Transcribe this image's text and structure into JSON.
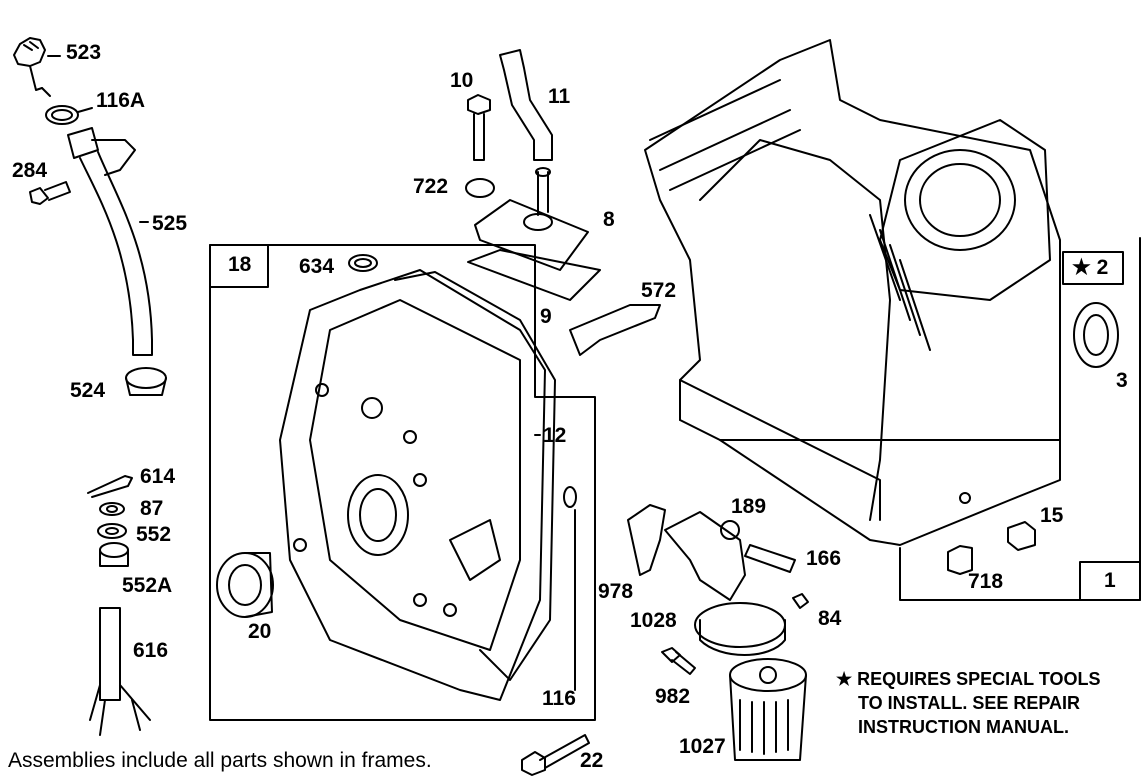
{
  "frames": {
    "cover": "18",
    "crankcase": "1",
    "special": "★ 2"
  },
  "parts": {
    "p523": "523",
    "p116a": "116A",
    "p284": "284",
    "p525": "525",
    "p524": "524",
    "p614": "614",
    "p87": "87",
    "p552": "552",
    "p552a": "552A",
    "p616": "616",
    "p10": "10",
    "p11": "11",
    "p722": "722",
    "p8": "8",
    "p9": "9",
    "p572": "572",
    "p634": "634",
    "p12": "12",
    "p20": "20",
    "p116": "116",
    "p3": "3",
    "p15": "15",
    "p718": "718",
    "p189": "189",
    "p166": "166",
    "p978": "978",
    "p84": "84",
    "p1028": "1028",
    "p982": "982",
    "p1027": "1027",
    "p22": "22"
  },
  "notes": {
    "special_tools": [
      "★ REQUIRES SPECIAL TOOLS",
      "TO INSTALL.  SEE REPAIR",
      "INSTRUCTION MANUAL."
    ],
    "assemblies": "Assemblies include all parts shown in frames."
  }
}
